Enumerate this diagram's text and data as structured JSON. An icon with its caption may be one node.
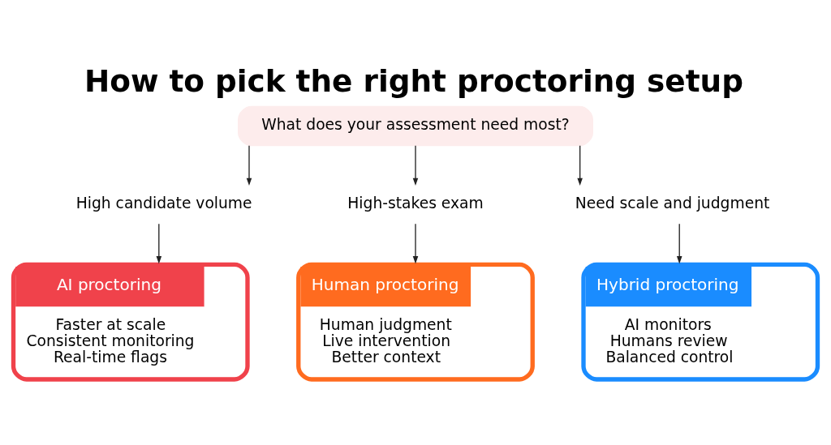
{
  "diagram": {
    "title": "How to pick the right proctoring setup",
    "nodes": [
      {
        "text": [
          "What does your assessment need most?"
        ]
      },
      {
        "text": [
          "High candidate volume"
        ]
      },
      {
        "text": [
          "High-stakes exam"
        ]
      },
      {
        "text": [
          "Need scale and judgment"
        ]
      },
      {
        "text": [
          "AI proctoring",
          "Faster at scale",
          "Consistent monitoring",
          "Real-time flags"
        ]
      },
      {
        "text": [
          "Human proctoring",
          "Human judgment",
          "Live intervention",
          "Better context"
        ]
      },
      {
        "text": [
          "Hybrid proctoring",
          "AI monitors",
          "Humans review",
          "Balanced control"
        ]
      }
    ],
    "edges": [
      {
        "from": 0,
        "to": 1,
        "arrow": "to"
      },
      {
        "from": 0,
        "to": 2,
        "arrow": "to"
      },
      {
        "from": 0,
        "to": 3,
        "arrow": "to"
      },
      {
        "from": 1,
        "to": 4,
        "arrow": "to"
      },
      {
        "from": 2,
        "to": 5,
        "arrow": "to"
      },
      {
        "from": 3,
        "to": 6,
        "arrow": "to"
      }
    ]
  }
}
